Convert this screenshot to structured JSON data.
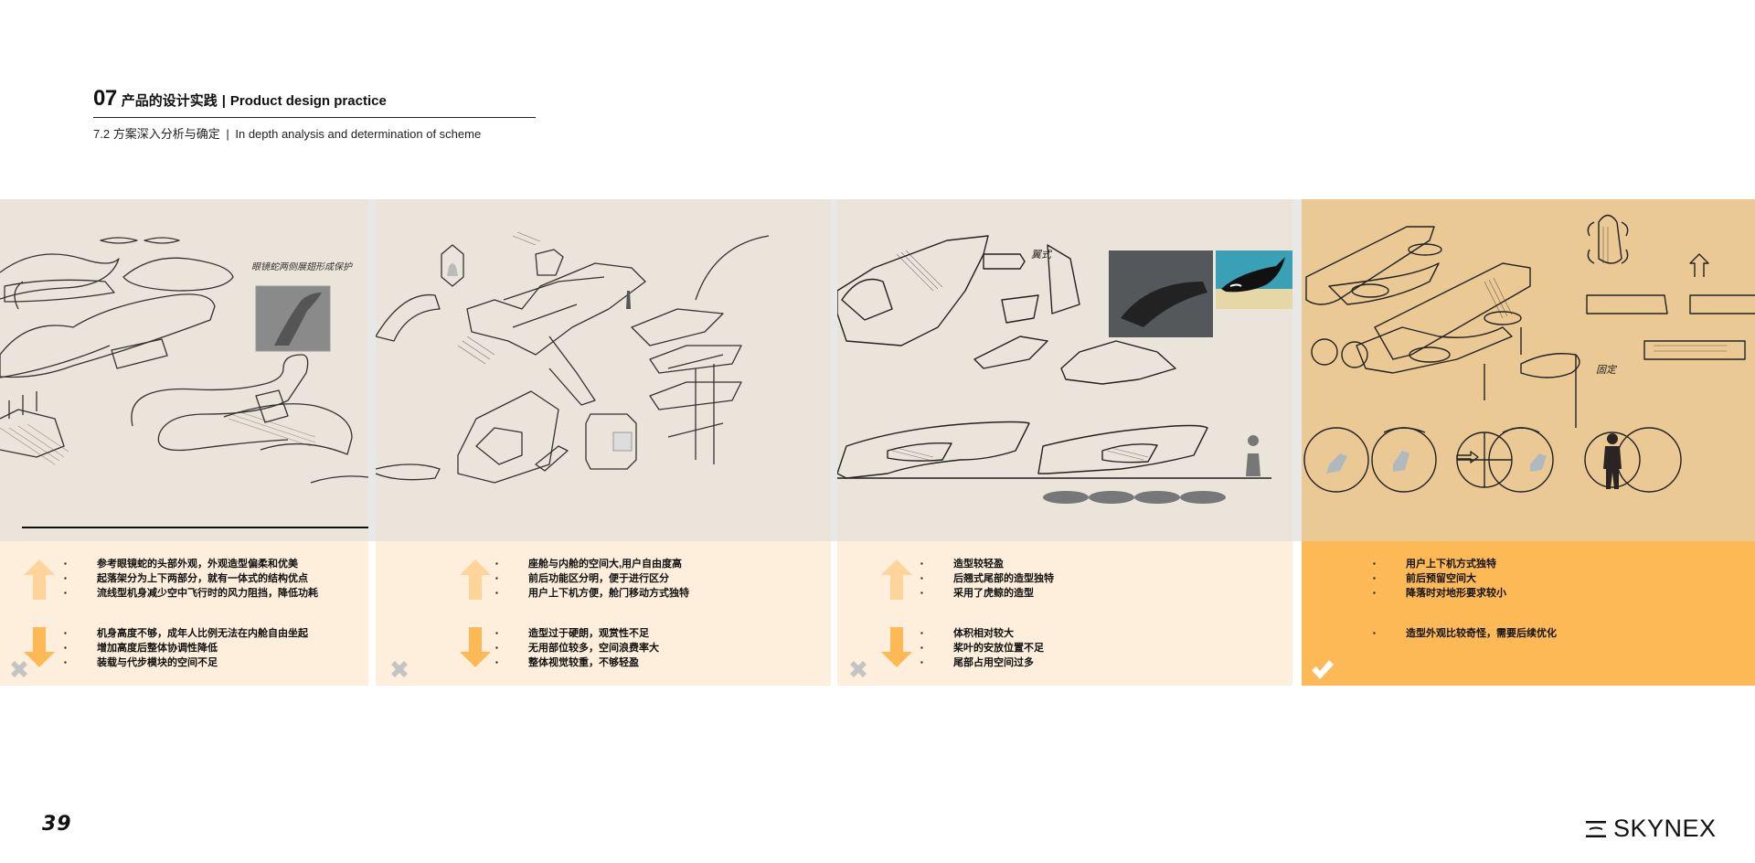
{
  "header": {
    "section_number": "07",
    "section_title_cn": "产品的设计实践",
    "separator": "|",
    "section_title_en": "Product design practice",
    "subsection_number": "7.2",
    "subsection_title_cn": "方案深入分析与确定",
    "subsection_title_en": "In depth analysis and determination of scheme"
  },
  "schemes": [
    {
      "id": "scheme-1",
      "status": "rejected",
      "status_icon": "x-icon",
      "pros_icon": "arrow-up-icon",
      "cons_icon": "arrow-down-icon",
      "sketch_annotation": "眼镜蛇两侧展翅形成保护",
      "pros": [
        "参考眼镜蛇的头部外观，外观造型偏柔和优美",
        "起落架分为上下两部分，就有一体式的结构优点",
        "流线型机身减少空中飞行时的风力阻挡，降低功耗"
      ],
      "cons": [
        "机身高度不够，成年人比例无法在内舱自由坐起",
        "增加高度后整体协调性降低",
        "装载与代步模块的空间不足"
      ]
    },
    {
      "id": "scheme-2",
      "status": "rejected",
      "status_icon": "x-icon",
      "pros_icon": "arrow-up-icon",
      "cons_icon": "arrow-down-icon",
      "pros": [
        "座舱与内舱的空间大,用户自由度高",
        "前后功能区分明，便于进行区分",
        "用户上下机方便，舱门移动方式独特"
      ],
      "cons": [
        "造型过于硬朗，观赏性不足",
        "无用部位较多，空间浪费率大",
        "整体视觉较重，不够轻盈"
      ]
    },
    {
      "id": "scheme-3",
      "status": "rejected",
      "status_icon": "x-icon",
      "pros_icon": "arrow-up-icon",
      "cons_icon": "arrow-down-icon",
      "sketch_annotation": "翼式",
      "pros": [
        "造型较轻盈",
        "后翘式尾部的造型独特",
        "采用了虎鲸的造型"
      ],
      "cons": [
        "体积相对较大",
        "桨叶的安放位置不足",
        "尾部占用空间过多"
      ]
    },
    {
      "id": "scheme-4",
      "status": "selected",
      "status_icon": "check-icon",
      "sketch_annotation": "固定",
      "pros": [
        "用户上下机方式独特",
        "前后预留空间大",
        "降落时对地形要求较小"
      ],
      "cons": [
        "造型外观比较奇怪，需要后续优化"
      ]
    }
  ],
  "colors": {
    "sketch_bg": "#ebe4da",
    "notes_bg": "#feefdc",
    "selected_sketch_bg": "#ebc994",
    "selected_notes_bg": "#feb957",
    "arrow_up": "#fed49a",
    "arrow_down": "#feb957",
    "x_mark": "#c4c4c4",
    "check_mark": "#ffffff"
  },
  "footer": {
    "page_number": "39",
    "brand_name": "SKYNEX"
  }
}
